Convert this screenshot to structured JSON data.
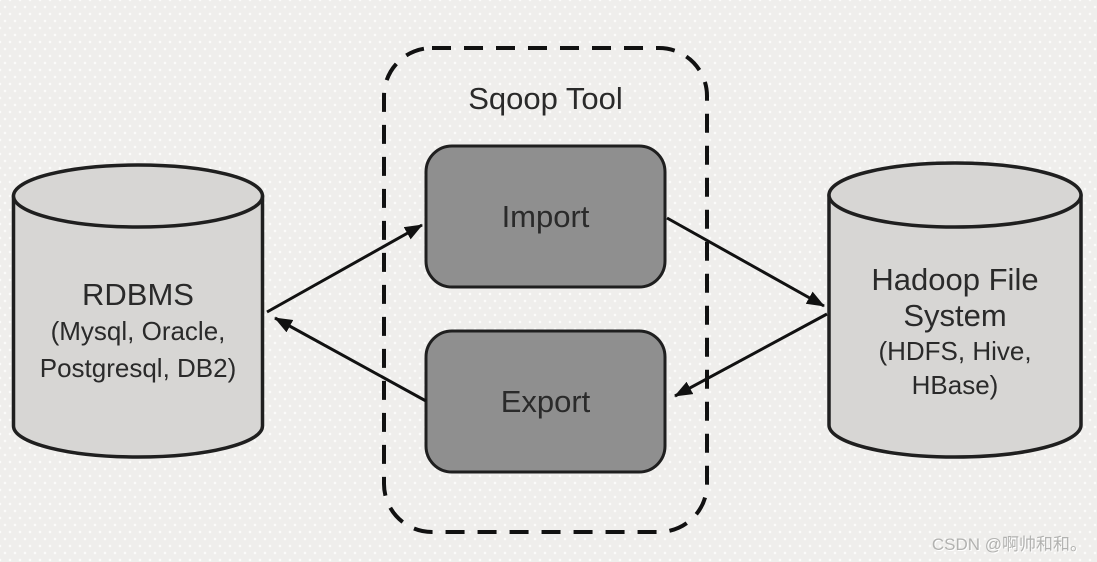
{
  "diagram": {
    "container": {
      "title": "Sqoop Tool"
    },
    "nodes": {
      "rdbms": {
        "type": "database-cylinder",
        "title": "RDBMS",
        "subtitle_line1": "(Mysql, Oracle,",
        "subtitle_line2": "Postgresql, DB2)"
      },
      "import": {
        "type": "process-box",
        "label": "Import"
      },
      "export": {
        "type": "process-box",
        "label": "Export"
      },
      "hadoop": {
        "type": "database-cylinder",
        "title_line1": "Hadoop File",
        "title_line2": "System",
        "subtitle_line1": "(HDFS, Hive,",
        "subtitle_line2": "HBase)"
      }
    },
    "edges": [
      {
        "from": "RDBMS",
        "to": "Import"
      },
      {
        "from": "Import",
        "to": "Hadoop File System"
      },
      {
        "from": "Hadoop File System",
        "to": "Export"
      },
      {
        "from": "Export",
        "to": "RDBMS"
      }
    ]
  },
  "watermark": {
    "text": "CSDN @啊帅和和。"
  },
  "colors": {
    "background": "#efeeec",
    "cylinder_fill": "#d7d6d4",
    "box_fill": "#8f8f8f",
    "outline": "#1f1f1f",
    "dashed_border": "#111111",
    "arrow": "#111111",
    "text": "#2a2a2a",
    "watermark_text": "#b2b2b0",
    "transparent": "none"
  }
}
